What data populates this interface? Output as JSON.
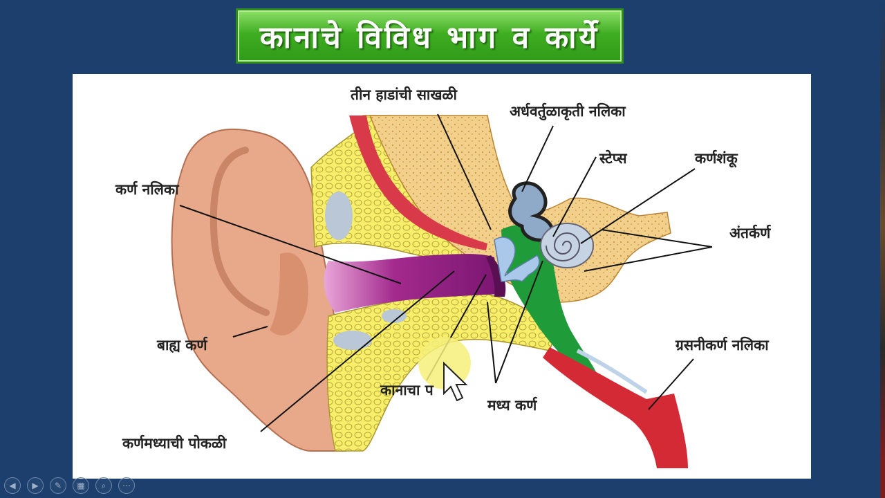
{
  "slide": {
    "title": "कानाचे विविध भाग व कार्ये"
  },
  "diagram": {
    "labels": {
      "ossicles": "तीन हाडांची साखळी",
      "semicircular_canals": "अर्धवर्तुळाकृती नलिका",
      "stapes": "स्टेप्स",
      "cochlea": "कर्णशंकू",
      "inner_ear": "अंतर्कर्ण",
      "ear_canal": "कर्ण नलिका",
      "outer_ear": "बाह्य कर्ण",
      "eustachian_tube": "ग्रसनीकर्ण नलिका",
      "eardrum": "कानाचा प",
      "middle_ear": "मध्य कर्ण",
      "middle_ear_cavity": "कर्णमध्याची पोकळी"
    }
  },
  "controls": {
    "prev_icon": "◀",
    "next_icon": "▶",
    "pen_icon": "✎",
    "slides_icon": "▦",
    "zoom_icon": "⌕",
    "more_icon": "⋯"
  }
}
